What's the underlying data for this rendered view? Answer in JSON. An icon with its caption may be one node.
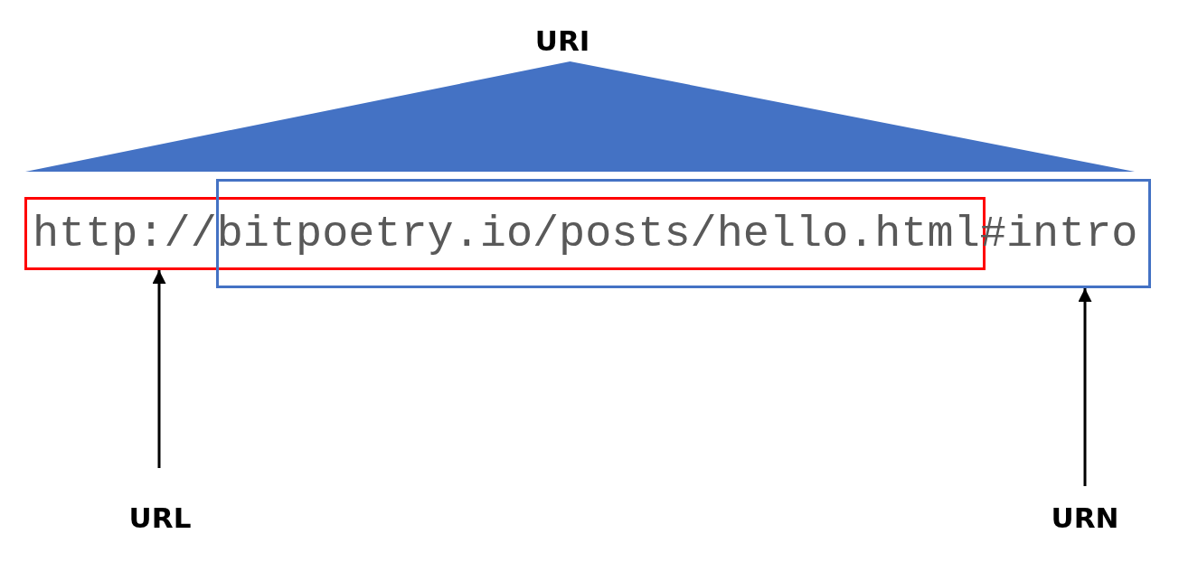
{
  "diagram": {
    "nodes": [
      {
        "text": [],
        "shape": "triangle"
      },
      {
        "text": [],
        "shape": "box"
      },
      {
        "text": [],
        "shape": "box"
      },
      {
        "text": [
          "URL"
        ]
      },
      {
        "text": [
          "URN"
        ]
      }
    ],
    "edges": [
      {
        "from": 3,
        "to": 1,
        "arrow": "to"
      },
      {
        "from": 4,
        "to": 2,
        "arrow": "to"
      }
    ],
    "labels": [
      "URI",
      "http://bitpoetry.io/posts/hello.html#intro"
    ]
  }
}
